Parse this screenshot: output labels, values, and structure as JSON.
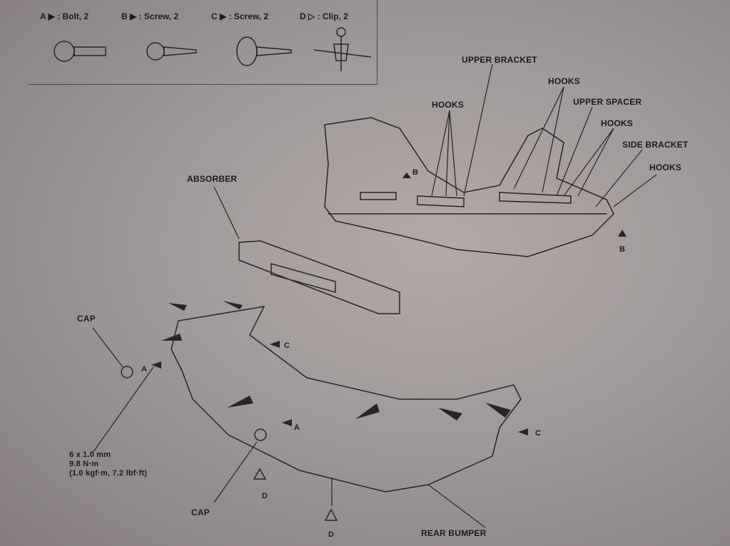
{
  "fasteners": [
    {
      "letter": "A",
      "symbol": "filled-triangle",
      "label": ": Bolt, 2"
    },
    {
      "letter": "B",
      "symbol": "filled-triangle",
      "label": ": Screw, 2"
    },
    {
      "letter": "C",
      "symbol": "filled-triangle",
      "label": ": Screw, 2"
    },
    {
      "letter": "D",
      "symbol": "open-triangle",
      "label": ": Clip, 2"
    }
  ],
  "labels": {
    "upper_bracket": "UPPER BRACKET",
    "hooks": "HOOKS",
    "upper_spacer": "UPPER SPACER",
    "side_bracket": "SIDE BRACKET",
    "absorber": "ABSORBER",
    "cap": "CAP",
    "rear_bumper": "REAR BUMPER",
    "marker_a": "A",
    "marker_b": "B",
    "marker_c": "C",
    "marker_d": "D"
  },
  "torque": {
    "size": "6 x 1.0 mm",
    "nm": "9.8 N·m",
    "alt": "(1.0 kgf·m, 7.2 lbf·ft)"
  },
  "colors": {
    "ink": "#1e1a1c",
    "paper": "#a59e9c"
  }
}
